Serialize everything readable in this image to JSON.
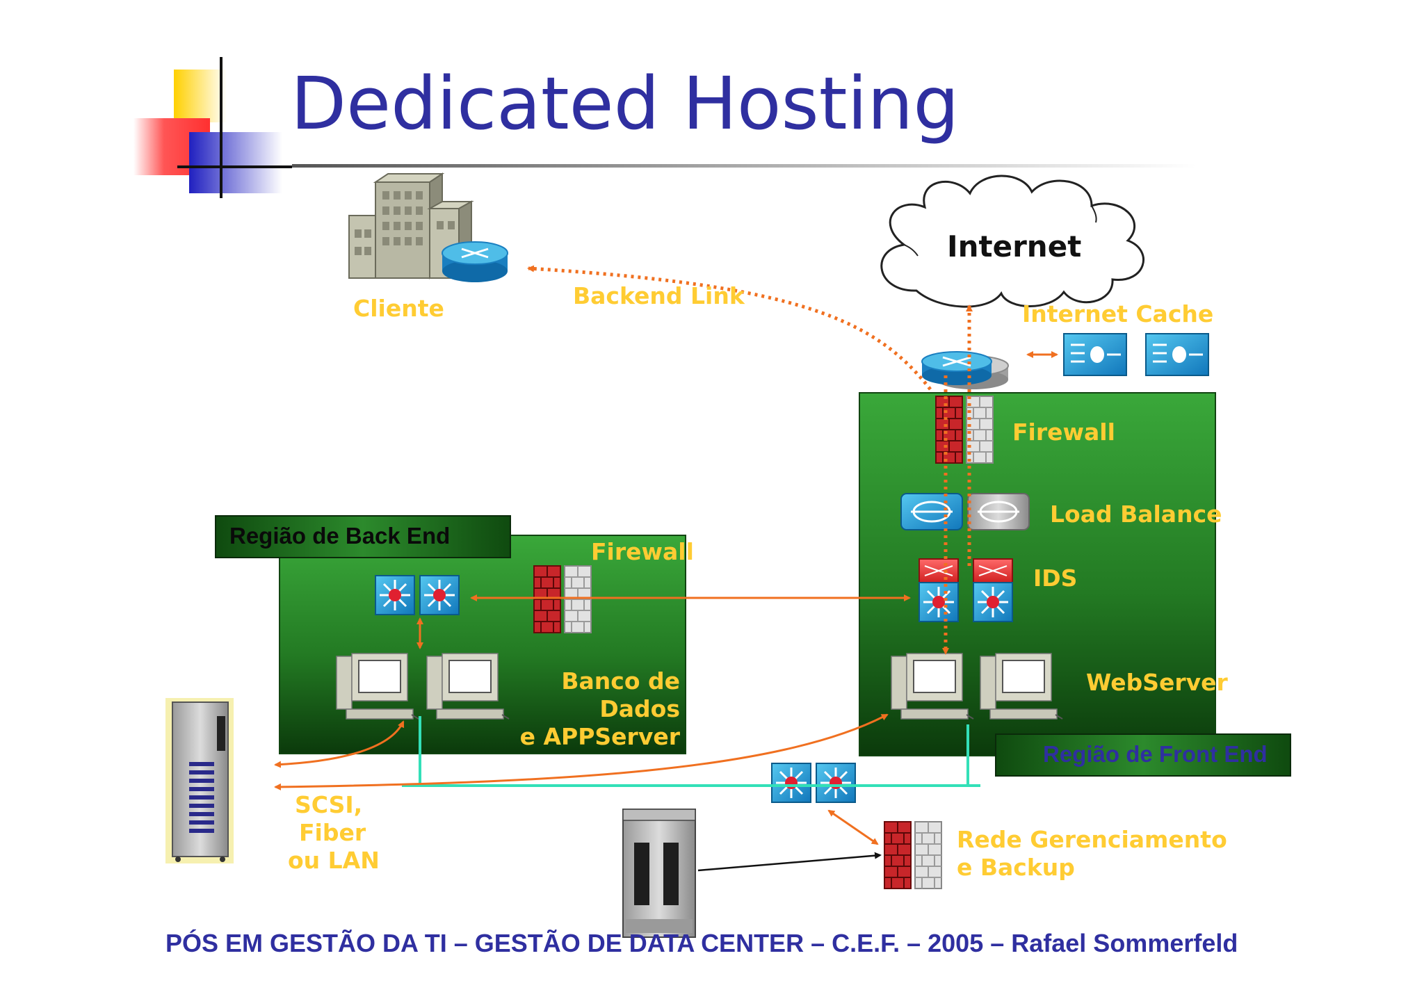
{
  "title": "Dedicated Hosting",
  "footer": "PÓS EM GESTÃO DA TI – GESTÃO DE DATA CENTER – C.E.F. – 2005 – Rafael Sommerfeld",
  "internet": "Internet",
  "labels": {
    "cliente": "Cliente",
    "backend_link": "Backend Link",
    "internet_cache": "Internet Cache",
    "firewall_front": "Firewall",
    "load_balance": "Load Balance",
    "ids": "IDS",
    "webserver": "WebServer",
    "firewall_back": "Firewall",
    "banco_line1": "Banco de",
    "banco_line2": "Dados",
    "banco_line3": "e APPServer",
    "scsi_line1": "SCSI,",
    "scsi_line2": "Fiber",
    "scsi_line3": "ou LAN",
    "rede_line1": "Rede Gerenciamento",
    "rede_line2": "e Backup"
  },
  "regions": {
    "back_end": "Região de Back End",
    "front_end": "Região de Front End"
  },
  "colors": {
    "title_blue": "#2f2fa0",
    "label_yellow": "#ffcc33",
    "link_orange": "#f07020",
    "region_green": "#2e8f2e",
    "lan_cyan": "#33e0b8"
  },
  "icons": [
    "building-icon",
    "router-icon",
    "cloud-icon",
    "cache-icon",
    "firewall-icon",
    "load-balancer-icon",
    "ids-icon",
    "switch-icon",
    "workstation-icon",
    "storage-array-icon",
    "tape-library-icon"
  ]
}
